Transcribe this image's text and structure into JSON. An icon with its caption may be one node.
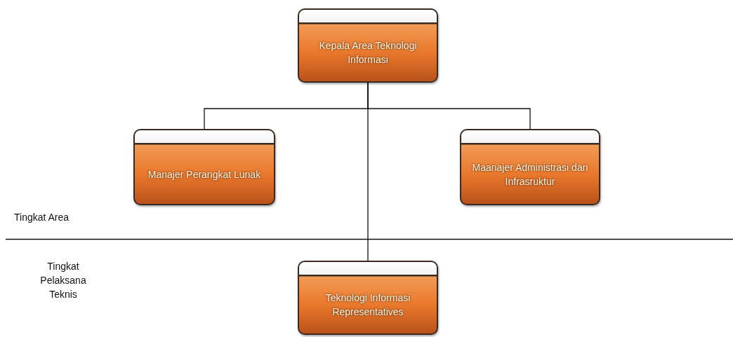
{
  "diagram": {
    "nodes": [
      {
        "text": [
          "Kepala Area Teknologi Informasi"
        ]
      },
      {
        "text": [
          "Manajer Perangkat Lunak"
        ]
      },
      {
        "text": [
          "Maanajer Administrasi dan Infrasruktur"
        ]
      },
      {
        "text": [
          "Teknologi Informasi Representatives"
        ]
      }
    ],
    "edges": [
      {
        "from": 0,
        "to": 1,
        "arrow": "none"
      },
      {
        "from": 0,
        "to": 2,
        "arrow": "none"
      },
      {
        "from": 0,
        "to": 3,
        "arrow": "none"
      }
    ],
    "labels": [
      "Tingkat Area",
      "Tingkat Pelaksana Teknis"
    ]
  }
}
